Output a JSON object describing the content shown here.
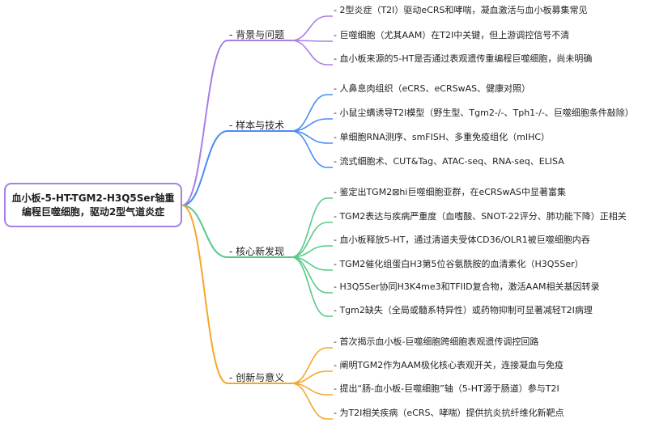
{
  "root": {
    "line1": "血小板-5-HT-TGM2-H3Q5Ser轴重",
    "line2": "编程巨噬细胞，驱动2型气道炎症"
  },
  "colors": {
    "root_border": "#a77fe6",
    "branch_1": "#a77fe6",
    "branch_2": "#4c8cf0",
    "branch_3": "#59c98a",
    "branch_4": "#f5a72c"
  },
  "branches": [
    {
      "label": "- 背景与问题",
      "items": [
        "- 2型炎症（T2I）驱动eCRS和哮喘，凝血激活与血小板募集常见",
        "- 巨噬细胞（尤其AAM）在T2I中关键，但上游调控信号不清",
        "- 血小板来源的5-HT是否通过表观遗传重编程巨噬细胞，尚未明确"
      ]
    },
    {
      "label": "- 样本与技术",
      "items": [
        "- 人鼻息肉组织（eCRS、eCRSwAS、健康对照）",
        "- 小鼠尘螨诱导T2I模型（野生型、Tgm2-/-、Tph1-/-、巨噬细胞条件敲除）",
        "- 单细胞RNA测序、smFISH、多重免疫组化（mIHC）",
        "- 流式细胞术、CUT&Tag、ATAC-seq、RNA-seq、ELISA"
      ]
    },
    {
      "label": "- 核心新发现",
      "items": [
        "- 鉴定出TGM2⊠hi巨噬细胞亚群，在eCRSwAS中显著富集",
        "- TGM2表达与疾病严重度（血嗜酸、SNOT-22评分、肺功能下降）正相关",
        "- 血小板释放5-HT，通过清道夫受体CD36/OLR1被巨噬细胞内吞",
        "- TGM2催化组蛋白H3第5位谷氨酰胺的血清素化（H3Q5Ser）",
        "- H3Q5Ser协同H3K4me3和TFIID复合物，激活AAM相关基因转录",
        "- Tgm2缺失（全局或髓系特异性）或药物抑制可显著减轻T2I病理"
      ]
    },
    {
      "label": "- 创新与意义",
      "items": [
        "- 首次揭示血小板-巨噬细胞跨细胞表观遗传调控回路",
        "- 阐明TGM2作为AAM极化核心表观开关，连接凝血与免疫",
        "- 提出“肠-血小板-巨噬细胞”轴（5-HT源于肠道）参与T2I",
        "- 为T2I相关疾病（eCRS、哮喘）提供抗炎抗纤维化新靶点"
      ]
    }
  ]
}
